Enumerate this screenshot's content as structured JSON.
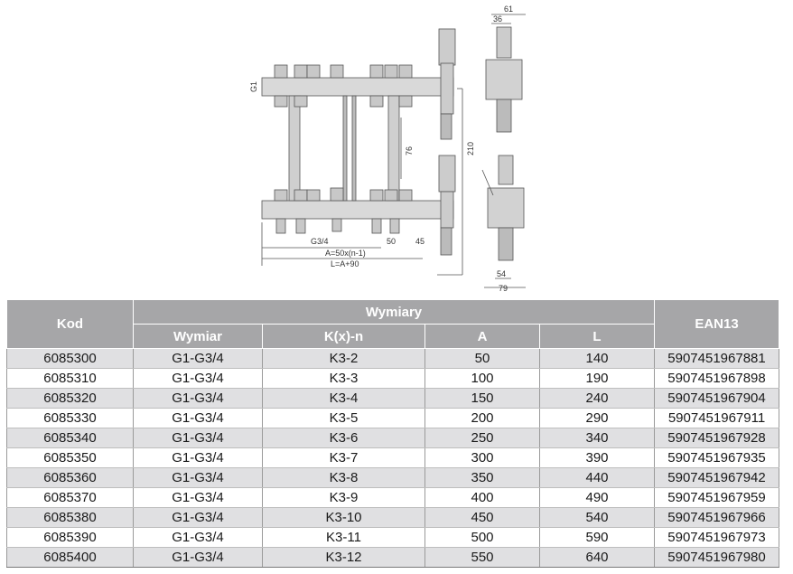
{
  "drawing": {
    "dimensions": {
      "top_width": "61",
      "top_offset": "36",
      "bottom_offset": "54",
      "bottom_width": "79",
      "height": "210",
      "spacing": "76",
      "thread_left": "G1",
      "thread_bottom": "G3/4",
      "pitch": "50",
      "outlet": "45",
      "formula_a": "A=50x(n-1)",
      "formula_l": "L=A+90"
    }
  },
  "table": {
    "headers": {
      "kod": "Kod",
      "wymiary": "Wymiary",
      "ean": "EAN13",
      "wymiar": "Wymiar",
      "kxn": "K(x)-n",
      "a": "A",
      "l": "L"
    },
    "rows": [
      {
        "kod": "6085300",
        "wymiar": "G1-G3/4",
        "kxn": "K3-2",
        "a": "50",
        "l": "140",
        "ean": "5907451967881"
      },
      {
        "kod": "6085310",
        "wymiar": "G1-G3/4",
        "kxn": "K3-3",
        "a": "100",
        "l": "190",
        "ean": "5907451967898"
      },
      {
        "kod": "6085320",
        "wymiar": "G1-G3/4",
        "kxn": "K3-4",
        "a": "150",
        "l": "240",
        "ean": "5907451967904"
      },
      {
        "kod": "6085330",
        "wymiar": "G1-G3/4",
        "kxn": "K3-5",
        "a": "200",
        "l": "290",
        "ean": "5907451967911"
      },
      {
        "kod": "6085340",
        "wymiar": "G1-G3/4",
        "kxn": "K3-6",
        "a": "250",
        "l": "340",
        "ean": "5907451967928"
      },
      {
        "kod": "6085350",
        "wymiar": "G1-G3/4",
        "kxn": "K3-7",
        "a": "300",
        "l": "390",
        "ean": "5907451967935"
      },
      {
        "kod": "6085360",
        "wymiar": "G1-G3/4",
        "kxn": "K3-8",
        "a": "350",
        "l": "440",
        "ean": "5907451967942"
      },
      {
        "kod": "6085370",
        "wymiar": "G1-G3/4",
        "kxn": "K3-9",
        "a": "400",
        "l": "490",
        "ean": "5907451967959"
      },
      {
        "kod": "6085380",
        "wymiar": "G1-G3/4",
        "kxn": "K3-10",
        "a": "450",
        "l": "540",
        "ean": "5907451967966"
      },
      {
        "kod": "6085390",
        "wymiar": "G1-G3/4",
        "kxn": "K3-11",
        "a": "500",
        "l": "590",
        "ean": "5907451967973"
      },
      {
        "kod": "6085400",
        "wymiar": "G1-G3/4",
        "kxn": "K3-12",
        "a": "550",
        "l": "640",
        "ean": "5907451967980"
      }
    ]
  }
}
